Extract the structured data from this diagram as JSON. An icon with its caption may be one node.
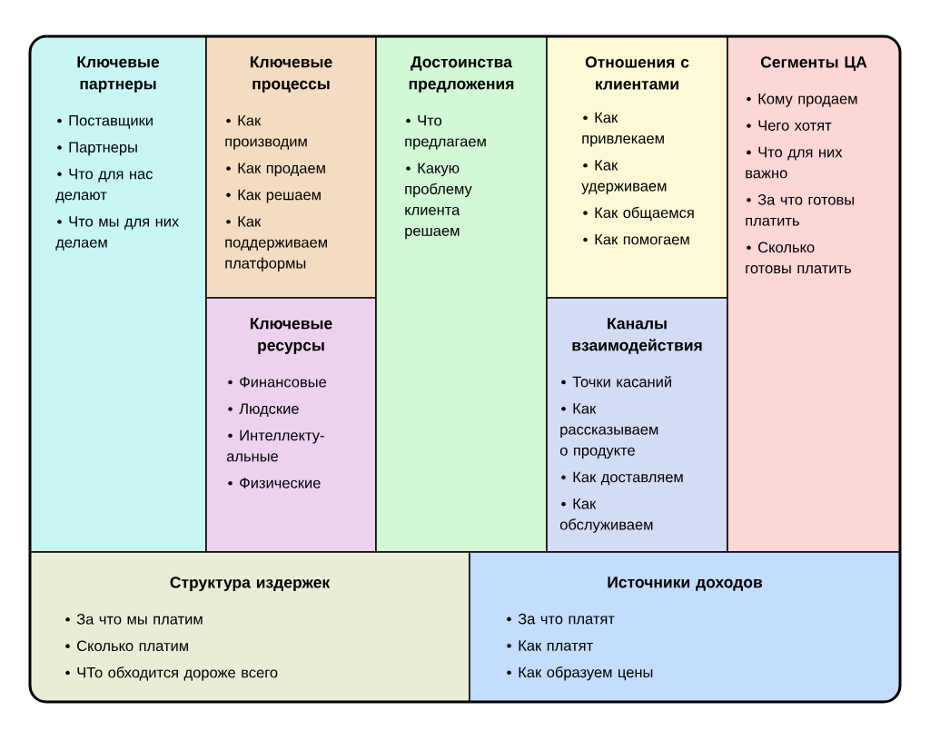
{
  "diagram": {
    "nodes": [
      {
        "text": [
          "Ключевые партнеры",
          "Поставщики",
          "Партнеры",
          "Что для нас делают",
          "Что мы для них делаем"
        ]
      },
      {
        "text": [
          "Ключевые процессы",
          "Как производим",
          "Как продаем",
          "Как решаем",
          "Как поддерживаем платформы"
        ]
      },
      {
        "text": [
          "Ключевые ресурсы",
          "Финансовые",
          "Людские",
          "Интеллекту- альные",
          "Физические"
        ]
      },
      {
        "text": [
          "Достоинства предложения",
          "Что предлагаем",
          "Какую проблему клиента решаем"
        ]
      },
      {
        "text": [
          "Отношения с клиентами",
          "Как привлекаем",
          "Как удерживаем",
          "Как общаемся",
          "Как помогаем"
        ]
      },
      {
        "text": [
          "Каналы взаимодействия",
          "Точки касаний",
          "Как рассказываем о продукте",
          "Как доставляем",
          "Как обслуживаем"
        ]
      },
      {
        "text": [
          "Сегменты ЦА",
          "Кому продаем",
          "Чего хотят",
          "Что для них важно",
          "За что готовы платить",
          "Сколько готовы платить"
        ]
      },
      {
        "text": [
          "Структура издержек",
          "За что мы платим",
          "Сколько платим",
          "ЧТо обходится дороже всего"
        ]
      },
      {
        "text": [
          "Источники доходов",
          "За что платят",
          "Как платят",
          "Как образуем цены"
        ]
      }
    ]
  }
}
